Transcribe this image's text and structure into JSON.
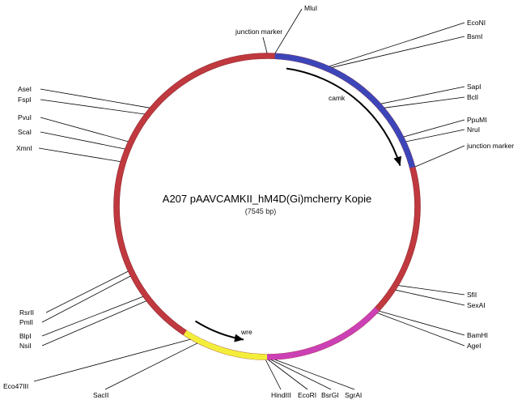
{
  "plasmid": {
    "name": "A207 pAAVCAMKII_hM4D(Gi)mcherry Kopie",
    "length_label": "(7545 bp)"
  },
  "colors": {
    "backbone": "#c0393f",
    "camk": "#3d46b8",
    "mcherry": "#cc40b5",
    "wre": "#f3ee3a",
    "line": "#000000"
  },
  "features": [
    {
      "id": "camk",
      "label": "camk",
      "start_deg": 3,
      "end_deg": 75,
      "color_key": "camk"
    },
    {
      "id": "mcherry",
      "label": "",
      "start_deg": 133,
      "end_deg": 180,
      "color_key": "mcherry"
    },
    {
      "id": "wre",
      "label": "wre",
      "start_deg": 180,
      "end_deg": 213,
      "color_key": "wre"
    }
  ],
  "sites": [
    {
      "id": "mlul",
      "label": "MluI",
      "deg": 3
    },
    {
      "id": "junction-marker-top",
      "label": "junction marker",
      "deg": 0
    },
    {
      "id": "econi",
      "label": "EcoNI",
      "deg": 24
    },
    {
      "id": "bsmi",
      "label": "BsmI",
      "deg": 25
    },
    {
      "id": "sapi",
      "label": "SapI",
      "deg": 48
    },
    {
      "id": "bcli",
      "label": "BclI",
      "deg": 50
    },
    {
      "id": "ppumi",
      "label": "PpuMI",
      "deg": 63
    },
    {
      "id": "nrui",
      "label": "NruI",
      "deg": 65
    },
    {
      "id": "junction-marker-right",
      "label": "junction marker",
      "deg": 75
    },
    {
      "id": "sfii",
      "label": "SfiI",
      "deg": 121
    },
    {
      "id": "sexai",
      "label": "SexAI",
      "deg": 123
    },
    {
      "id": "bamhi",
      "label": "BamHI",
      "deg": 133
    },
    {
      "id": "agei",
      "label": "AgeI",
      "deg": 134
    },
    {
      "id": "sgrai",
      "label": "SgrAI",
      "deg": 177
    },
    {
      "id": "bsrgi",
      "label": "BsrGI",
      "deg": 178.5
    },
    {
      "id": "ecori",
      "label": "EcoRI",
      "deg": 179.5
    },
    {
      "id": "hindiii",
      "label": "HindIII",
      "deg": 180.5
    },
    {
      "id": "sacii",
      "label": "SacII",
      "deg": 207
    },
    {
      "id": "eco47iii",
      "label": "Eco47III",
      "deg": 210
    },
    {
      "id": "nsii",
      "label": "NsiI",
      "deg": 232
    },
    {
      "id": "blpi",
      "label": "BlpI",
      "deg": 234
    },
    {
      "id": "pmli",
      "label": "PmlI",
      "deg": 243
    },
    {
      "id": "rsrii",
      "label": "RsrII",
      "deg": 245
    },
    {
      "id": "xmni",
      "label": "XmnI",
      "deg": 287
    },
    {
      "id": "scai",
      "label": "ScaI",
      "deg": 292
    },
    {
      "id": "pvui",
      "label": "PvuI",
      "deg": 295
    },
    {
      "id": "fspi",
      "label": "FspI",
      "deg": 307
    },
    {
      "id": "asei",
      "label": "AseI",
      "deg": 310
    }
  ]
}
